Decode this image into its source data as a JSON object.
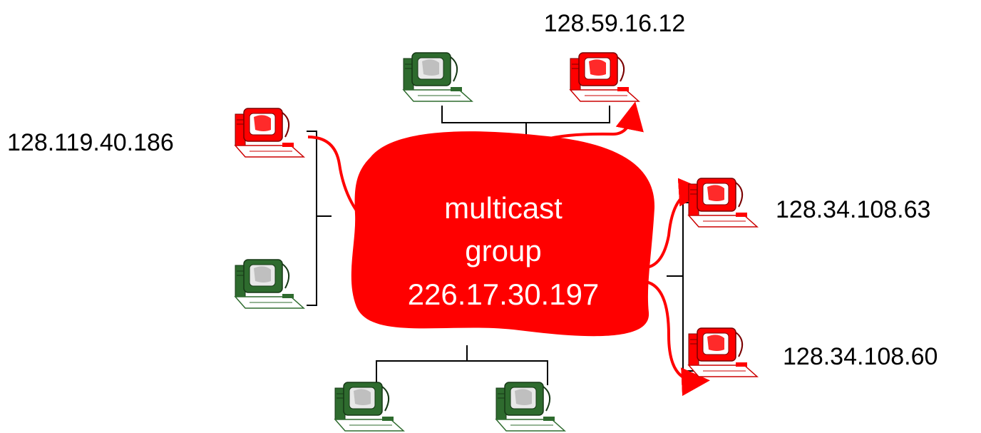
{
  "group": {
    "line1": "multicast",
    "line2": "group",
    "address": "226.17.30.197"
  },
  "hosts": {
    "top_right": "128.59.16.12",
    "left_top": "128.119.40.186",
    "right_top": "128.34.108.63",
    "right_bottom": "128.34.108.60"
  },
  "colors": {
    "member": "#ff0000",
    "member_dark": "#cc0000",
    "non_member": "#2e6b2e",
    "non_member_dark": "#1e4d1e",
    "screen_gray": "#e8e8e8",
    "link": "#000000",
    "cloud": "#ff0000"
  }
}
